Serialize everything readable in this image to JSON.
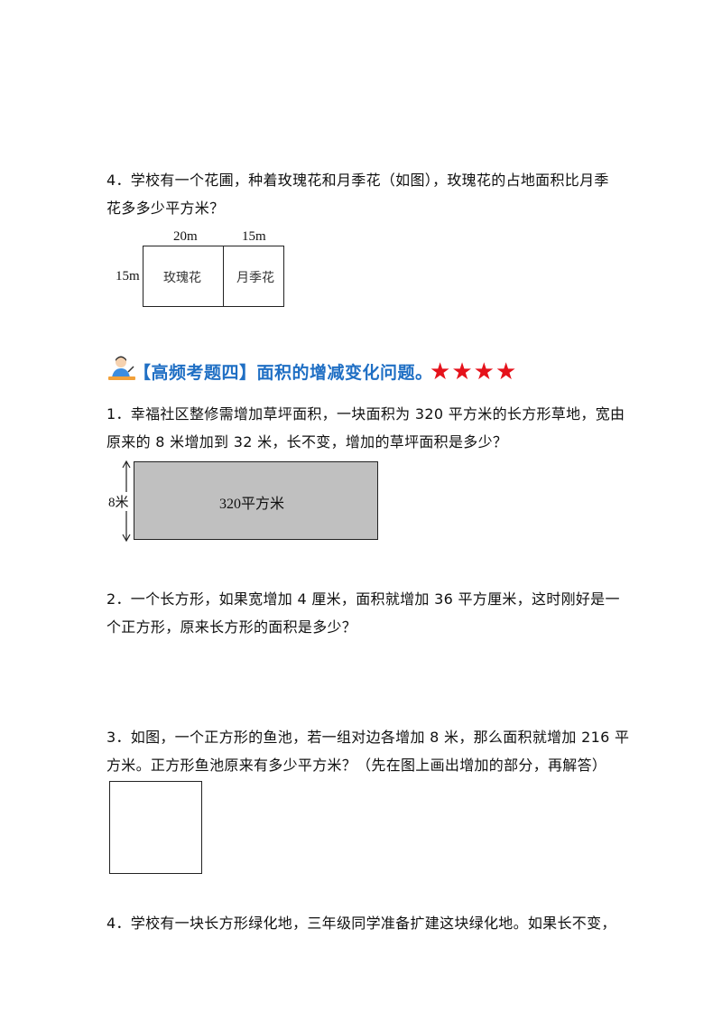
{
  "q4_top": {
    "line1": "4．学校有一个花圃，种着玫瑰花和月季花（如图），玫瑰花的占地面积比月季",
    "line2": "花多多少平方米？",
    "figure": {
      "top_label_left": "20m",
      "top_label_right": "15m",
      "side_label": "15m",
      "cell_left": "玫瑰花",
      "cell_right": "月季花"
    }
  },
  "section": {
    "title": "【高频考题四】面积的增减变化问题。",
    "stars": [
      "★",
      "★",
      "★",
      "★"
    ],
    "colors": {
      "title": "#1f6fc4",
      "star": "#e5121b"
    }
  },
  "q1": {
    "line1": "1．幸福社区整修需增加草坪面积，一块面积为 320 平方米的长方形草地，宽由",
    "line2": "原来的 8 米增加到 32 米，长不变，增加的草坪面积是多少？",
    "figure": {
      "side_label": "8米",
      "area_label": "320平方米",
      "fill_color": "#c0c0c0"
    }
  },
  "q2": {
    "line1": "2．一个长方形，如果宽增加 4 厘米，面积就增加 36 平方厘米，这时刚好是一",
    "line2": "个正方形，原来长方形的面积是多少？"
  },
  "q3": {
    "line1": "3．如图，一个正方形的鱼池，若一组对边各增加 8 米，那么面积就增加 216 平",
    "line2": "方米。正方形鱼池原来有多少平方米？（先在图上画出增加的部分，再解答）"
  },
  "q4_bottom": {
    "line1": "4．学校有一块长方形绿化地，三年级同学准备扩建这块绿化地。如果长不变，"
  }
}
